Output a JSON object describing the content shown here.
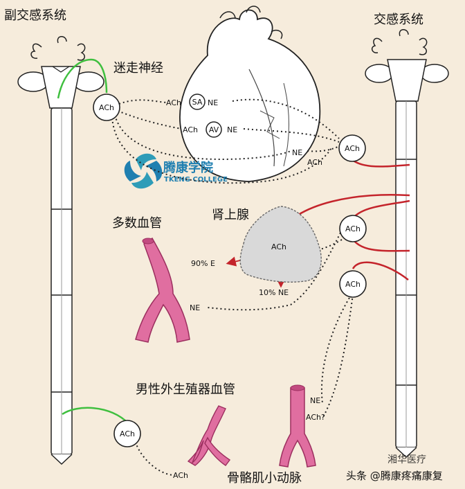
{
  "labels": {
    "parasympathetic": "副交感系统",
    "sympathetic": "交感系统",
    "vagus": "迷走神经",
    "most_vessels": "多数血管",
    "adrenal": "肾上腺",
    "genital_vessels": "男性外生殖器血管",
    "skeletal_arteriole": "骨骼肌小动脉"
  },
  "nodes": {
    "ach": "ACh",
    "ne": "NE",
    "sa": "SA",
    "av": "AV",
    "ach_q": "ACh?"
  },
  "adrenal_outputs": {
    "e": "90% E",
    "ne": "10% NE"
  },
  "watermark": {
    "name": "腾康学院",
    "sub": "TKENG COLLEGE"
  },
  "footer": {
    "source": "头条 @腾康疼痛康复",
    "partial": "湘华医疗"
  },
  "colors": {
    "background": "#f6ecdc",
    "parasympathetic_fiber": "#3fbf3f",
    "sympathetic_fiber": "#c4242b",
    "vessel": "#e06ea0",
    "adrenal_fill": "#d9d9d9"
  }
}
